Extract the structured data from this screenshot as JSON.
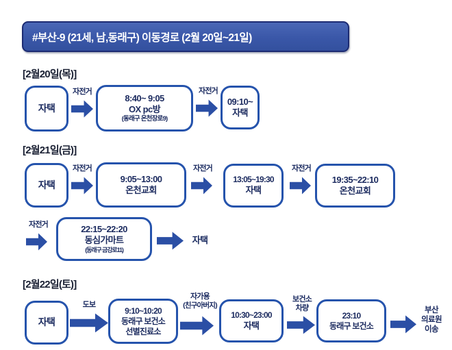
{
  "title": "#부산-9 (21세, 남,동래구) 이동경로 (2월 20일~21일)",
  "colors": {
    "title_bg": "#3a57a8",
    "title_border": "#1c2b72",
    "box_border": "#2553ac",
    "arrow": "#2b4fa5",
    "text_navy": "#1d2c60",
    "background": "#ffffff"
  },
  "sections": [
    {
      "header": "[2월20일(목)]",
      "nodes": {
        "home_start": {
          "lines": [
            "자택"
          ]
        },
        "bike1": {
          "label": "자전거"
        },
        "pc_room": {
          "lines": [
            "8:40~ 9:05",
            "OX pc방",
            "(동래구 온천장로9)"
          ]
        },
        "bike2": {
          "label": "자전거"
        },
        "home_return": {
          "lines": [
            "09:10~",
            "자택"
          ]
        }
      }
    },
    {
      "header": "[2월21일(금)]",
      "nodes": {
        "home_start": {
          "lines": [
            "자택"
          ]
        },
        "bike1": {
          "label": "자전거"
        },
        "church_morning": {
          "lines": [
            "9:05~13:00",
            "온천교회"
          ]
        },
        "bike2": {
          "label": "자전거"
        },
        "home_afternoon": {
          "lines": [
            "13:05~19:30",
            "자택"
          ]
        },
        "bike3": {
          "label": "자전거"
        },
        "church_evening": {
          "lines": [
            "19:35~22:10",
            "온천교회"
          ]
        },
        "bike4": {
          "label": "자전거"
        },
        "mart": {
          "lines": [
            "22:15~22:20",
            "동심가마트",
            "(동래구 금강로11)"
          ]
        },
        "home_end": {
          "text": "자택"
        }
      }
    },
    {
      "header": "[2월22일(토)]",
      "nodes": {
        "home_start": {
          "lines": [
            "자택"
          ]
        },
        "walk": {
          "label": "도보"
        },
        "clinic": {
          "lines": [
            "9:10~10:20",
            "동래구 보건소",
            "선별진료소"
          ]
        },
        "car": {
          "label_lines": [
            "자가용",
            "(친구아버지)"
          ]
        },
        "home_day": {
          "lines": [
            "10:30~23:00",
            "자택"
          ]
        },
        "phc_vehicle": {
          "label_lines": [
            "보건소",
            "차량"
          ]
        },
        "phc": {
          "lines": [
            "23:10",
            "동래구 보건소"
          ]
        },
        "transfer": {
          "lines": [
            "부산",
            "의료원",
            "이송"
          ]
        }
      }
    }
  ]
}
